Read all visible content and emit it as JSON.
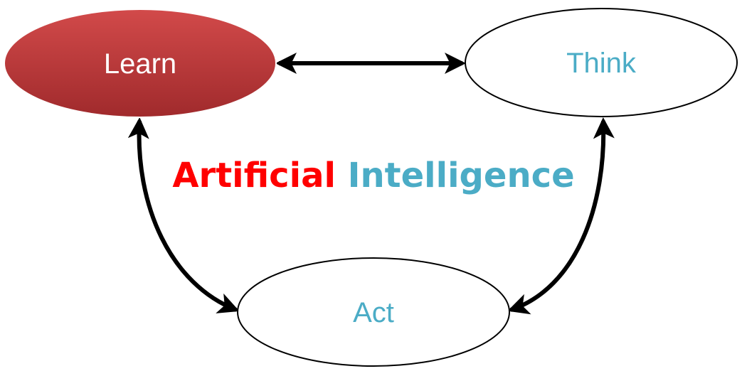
{
  "diagram": {
    "nodes": [
      {
        "id": "learn",
        "label": "Learn",
        "fill": "#c0393b",
        "text_color": "#ffffff",
        "outline": "#000000"
      },
      {
        "id": "think",
        "label": "Think",
        "fill": "#ffffff",
        "text_color": "#4bacc6",
        "outline": "#000000"
      },
      {
        "id": "act",
        "label": "Act",
        "fill": "#ffffff",
        "text_color": "#4bacc6",
        "outline": "#000000"
      }
    ],
    "title": {
      "part1": "Artificial",
      "part1_color": "#ff0000",
      "part2": "Intelligence",
      "part2_color": "#4bacc6"
    },
    "connections": [
      {
        "from": "learn",
        "to": "think",
        "bidirectional": true
      },
      {
        "from": "learn",
        "to": "act",
        "bidirectional": true
      },
      {
        "from": "think",
        "to": "act",
        "bidirectional": true
      }
    ],
    "arrow_color": "#000000"
  }
}
